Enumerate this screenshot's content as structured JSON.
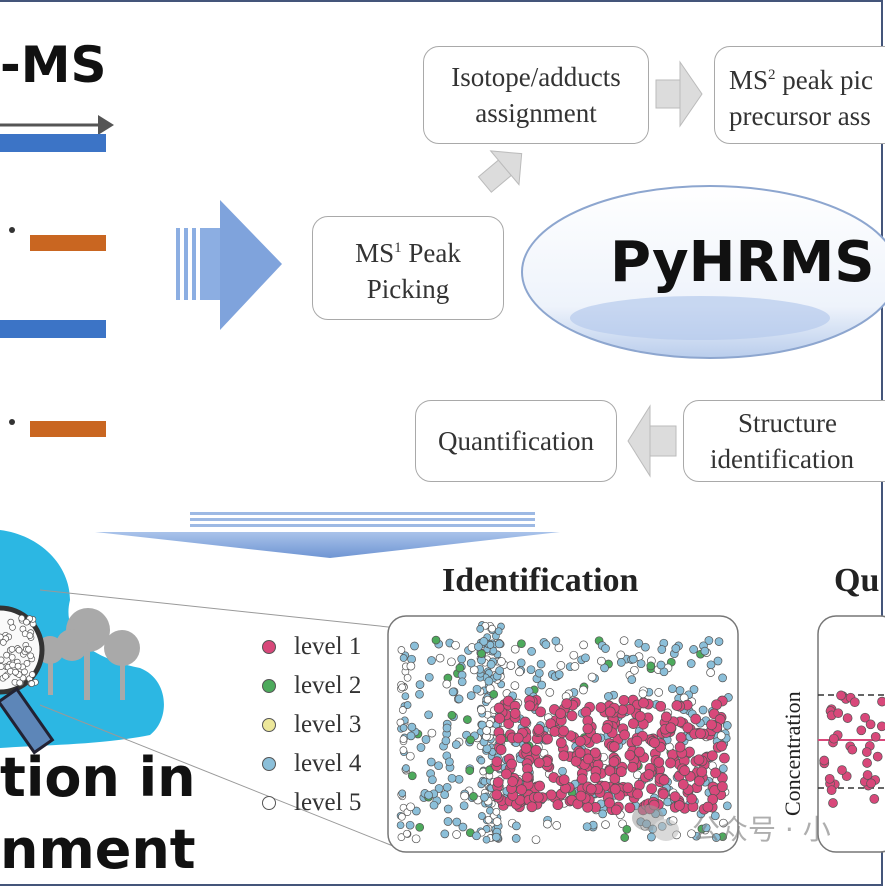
{
  "header": {
    "ms_text": "-MS"
  },
  "pipeline": {
    "peak_picking": [
      "MS",
      "1",
      " Peak",
      "Picking"
    ],
    "isotope": [
      "Isotope/adducts",
      "assignment"
    ],
    "ms2": [
      "MS",
      "2",
      " peak pic",
      "precursor ass"
    ],
    "center": "PyHRMS",
    "structure": [
      "Structure",
      "identification"
    ],
    "quant": "Quantification"
  },
  "bottom": {
    "identification_title": "Identification",
    "quant_title": "Qu",
    "concentration_label": "Concentration",
    "left_text_line1": "tion in",
    "left_text_line2": "nment",
    "watermark": "公众号 · 小"
  },
  "legend": [
    {
      "label": "level 1",
      "color": "#d8487a"
    },
    {
      "label": "level 2",
      "color": "#4daa5c"
    },
    {
      "label": "level 3",
      "color": "#ece79a"
    },
    {
      "label": "level 4",
      "color": "#8bbfd9"
    },
    {
      "label": "level 5",
      "color": "#ffffff"
    }
  ]
}
